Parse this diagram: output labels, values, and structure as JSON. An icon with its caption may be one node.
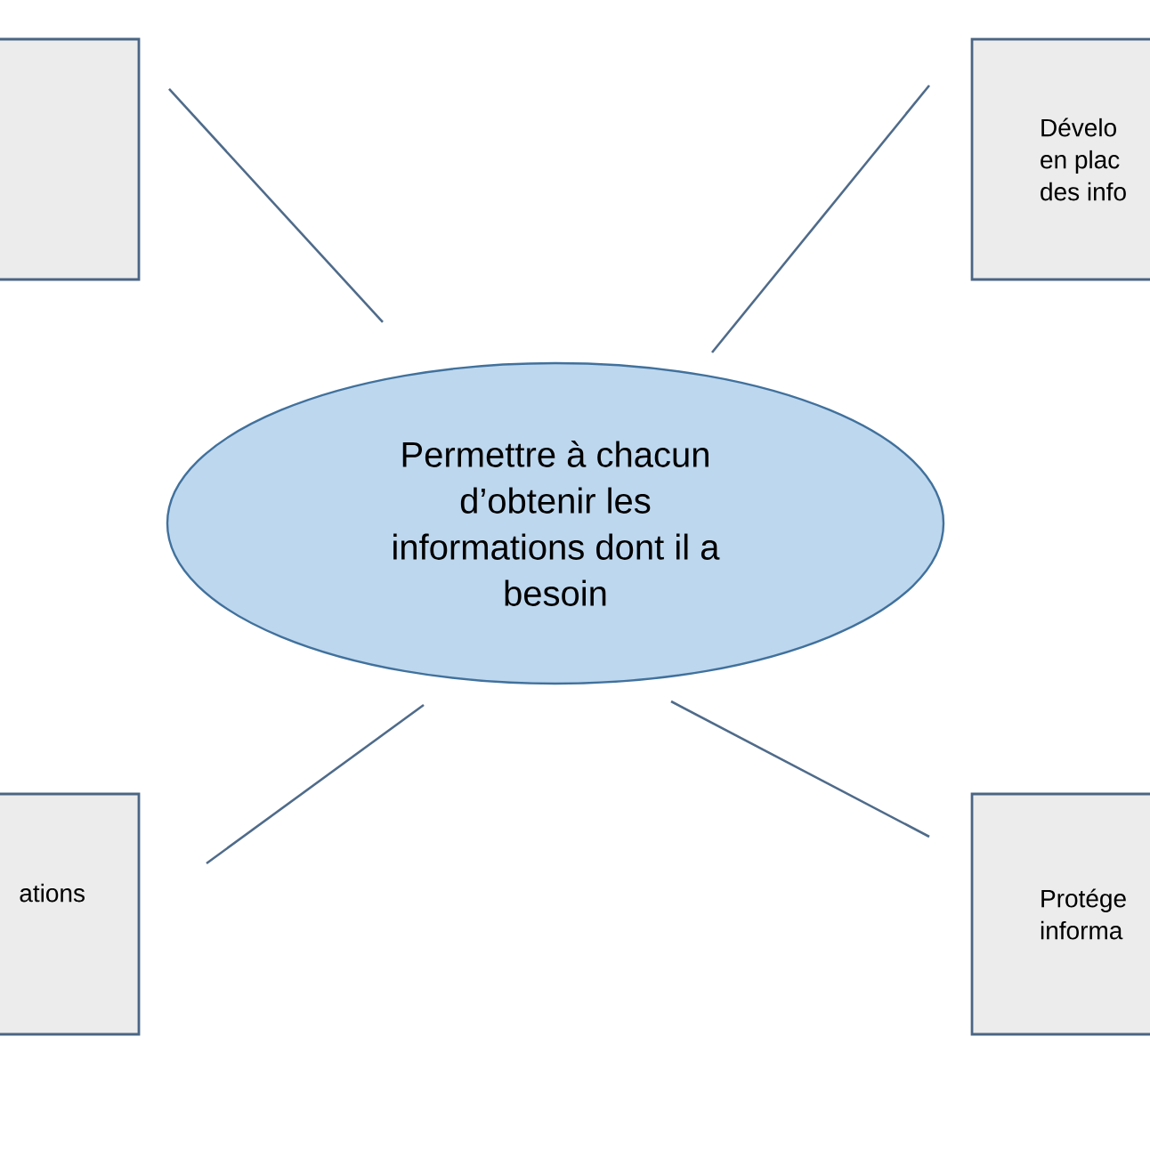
{
  "diagram": {
    "nodes": [
      {
        "text": [],
        "shape": "box"
      },
      {
        "text": [
          "Dévelo en plac des info"
        ]
      },
      {
        "text": [
          "Permettre à chacun d’obtenir les informations dont il a besoin"
        ]
      },
      {
        "text": [
          "ations"
        ]
      },
      {
        "text": [
          "Protége informa"
        ]
      }
    ],
    "edges": [
      {
        "from": 2,
        "to": 0,
        "arrow": "none"
      },
      {
        "from": 2,
        "to": 1,
        "arrow": "none"
      },
      {
        "from": 2,
        "to": 3,
        "arrow": "none"
      },
      {
        "from": 2,
        "to": 4,
        "arrow": "none"
      }
    ]
  }
}
